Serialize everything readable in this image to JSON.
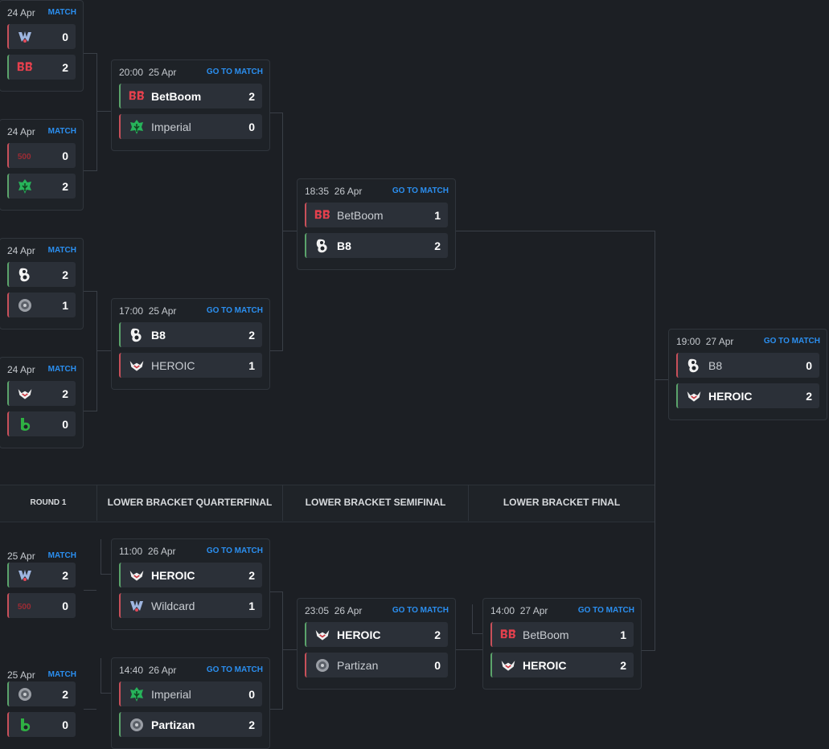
{
  "go_to_match": "GO TO MATCH",
  "match_short": "MATCH",
  "rounds": [
    "ROUND 1",
    "LOWER BRACKET QUARTERFINAL",
    "LOWER BRACKET SEMIFINAL",
    "LOWER BRACKET FINAL"
  ],
  "upper": {
    "r1": [
      {
        "date": "24 Apr",
        "t1": {
          "logo": "wildcard-logo",
          "score": "0"
        },
        "t2": {
          "logo": "betboom-logo",
          "score": "2"
        }
      },
      {
        "date": "24 Apr",
        "t1": {
          "logo": "500-logo",
          "score": "0"
        },
        "t2": {
          "logo": "imperial-logo",
          "score": "2"
        }
      },
      {
        "date": "24 Apr",
        "t1": {
          "logo": "b8-logo",
          "score": "2"
        },
        "t2": {
          "logo": "partizan-logo",
          "score": "1"
        }
      },
      {
        "date": "24 Apr",
        "t1": {
          "logo": "heroic-logo",
          "score": "2"
        },
        "t2": {
          "logo": "bleed-logo",
          "score": "0"
        }
      }
    ],
    "qf": [
      {
        "time": "20:00",
        "date": "25 Apr",
        "t1": {
          "name": "BetBoom",
          "score": "2"
        },
        "t2": {
          "name": "Imperial",
          "score": "0"
        }
      },
      {
        "time": "17:00",
        "date": "25 Apr",
        "t1": {
          "name": "B8",
          "score": "2"
        },
        "t2": {
          "name": "HEROIC",
          "score": "1"
        }
      }
    ],
    "sf": {
      "time": "18:35",
      "date": "26 Apr",
      "t1": {
        "name": "BetBoom",
        "score": "1"
      },
      "t2": {
        "name": "B8",
        "score": "2"
      }
    },
    "final": {
      "time": "19:00",
      "date": "27 Apr",
      "t1": {
        "name": "B8",
        "score": "0"
      },
      "t2": {
        "name": "HEROIC",
        "score": "2"
      }
    }
  },
  "lower": {
    "r1": [
      {
        "date": "25 Apr",
        "t1": {
          "logo": "wildcard-logo",
          "score": "2"
        },
        "t2": {
          "logo": "500-logo",
          "score": "0"
        }
      },
      {
        "date": "25 Apr",
        "t1": {
          "logo": "partizan-logo",
          "score": "2"
        },
        "t2": {
          "logo": "bleed-logo",
          "score": "0"
        }
      }
    ],
    "qf": [
      {
        "time": "11:00",
        "date": "26 Apr",
        "t1": {
          "name": "HEROIC",
          "score": "2"
        },
        "t2": {
          "name": "Wildcard",
          "score": "1"
        }
      },
      {
        "time": "14:40",
        "date": "26 Apr",
        "t1": {
          "name": "Imperial",
          "score": "0"
        },
        "t2": {
          "name": "Partizan",
          "score": "2"
        }
      }
    ],
    "sf": {
      "time": "23:05",
      "date": "26 Apr",
      "t1": {
        "name": "HEROIC",
        "score": "2"
      },
      "t2": {
        "name": "Partizan",
        "score": "0"
      }
    },
    "final": {
      "time": "14:00",
      "date": "27 Apr",
      "t1": {
        "name": "BetBoom",
        "score": "1"
      },
      "t2": {
        "name": "HEROIC",
        "score": "2"
      }
    }
  },
  "colors": {
    "win": "#5ba36b",
    "loss": "#c8505a",
    "link": "#2b8ff0",
    "background": "#1c1f24"
  }
}
